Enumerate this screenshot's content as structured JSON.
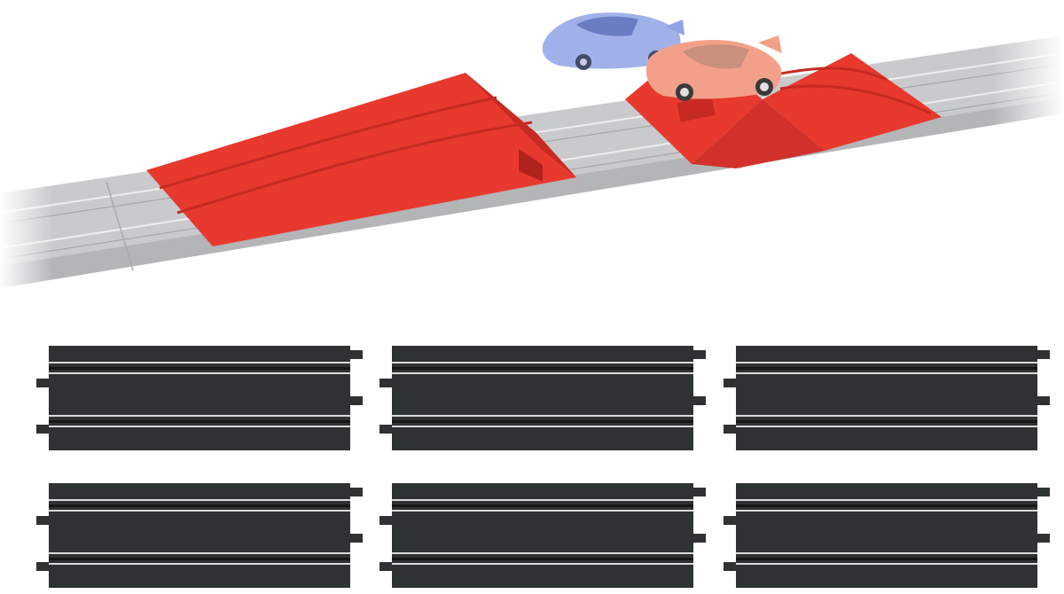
{
  "image": {
    "subject": "",
    "colors": {
      "background": "#ffffff",
      "track_grey": "#c9cacc",
      "track_grey_dark": "#a9abae",
      "ramp_red": "#e8392f",
      "ramp_red_dark": "#c62a22",
      "track_black": "#2f3232",
      "rail_silver": "#d9dadb",
      "car_blue": "#8fa3e6",
      "car_orange": "#f3a08a"
    }
  },
  "track_pieces": [
    {
      "row": 1,
      "col": 1
    },
    {
      "row": 1,
      "col": 2
    },
    {
      "row": 1,
      "col": 3
    },
    {
      "row": 2,
      "col": 1
    },
    {
      "row": 2,
      "col": 2
    },
    {
      "row": 2,
      "col": 3
    }
  ]
}
